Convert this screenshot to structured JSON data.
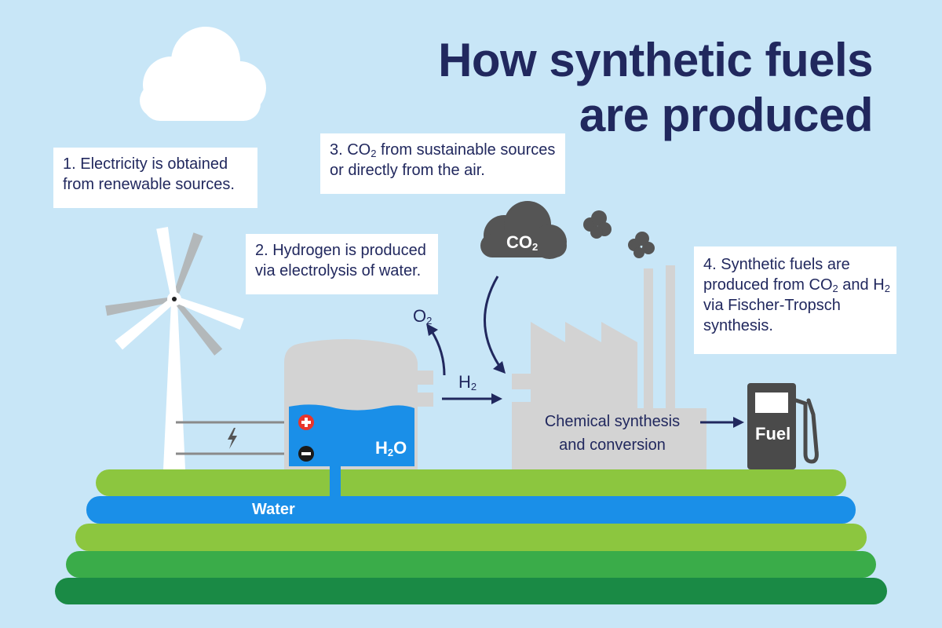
{
  "title": {
    "line1": "How synthetic fuels",
    "line2": "are produced"
  },
  "notes": {
    "step1": {
      "line1": "1. Electricity is obtained",
      "line2": "from renewable sources."
    },
    "step2": {
      "line1": "2. Hydrogen is produced",
      "line2": "via electrolysis of water."
    },
    "step3": {
      "line1_pre": "3. CO",
      "line1_sub": "2",
      "line1_post": " from sustainable sources",
      "line2": "or directly from the air."
    },
    "step4": {
      "line1": "4. Synthetic fuels are",
      "line2_pre": "produced from CO",
      "line2_sub": "2",
      "line2_mid": " and H",
      "line2_sub2": "2",
      "line3": "via Fischer-Tropsch",
      "line4": "synthesis."
    }
  },
  "labels": {
    "o2": {
      "main": "O",
      "sub": "2"
    },
    "h2": {
      "main": "H",
      "sub": "2"
    },
    "co2": {
      "main": "CO",
      "sub": "2"
    },
    "h2o": {
      "main": "H",
      "sub": "2",
      "post": "O"
    },
    "water": "Water",
    "fuel": "Fuel",
    "chemical": {
      "line1": "Chemical synthesis",
      "line2": "and conversion"
    }
  },
  "colors": {
    "sky": "#c8e6f7",
    "navy": "#21285e",
    "water_blue": "#1a8fe8",
    "factory_gray": "#d3d3d3",
    "co2_cloud": "#555555",
    "grass_light": "#8cc63f",
    "grass_mid": "#3aac49",
    "grass_dark": "#1a8a45",
    "plus_red": "#e8352b"
  },
  "icons": [
    "cloud-icon",
    "wind-turbine-icon",
    "lightning-icon",
    "plus-icon",
    "minus-icon",
    "fuel-pump-icon",
    "smoke-icon"
  ]
}
